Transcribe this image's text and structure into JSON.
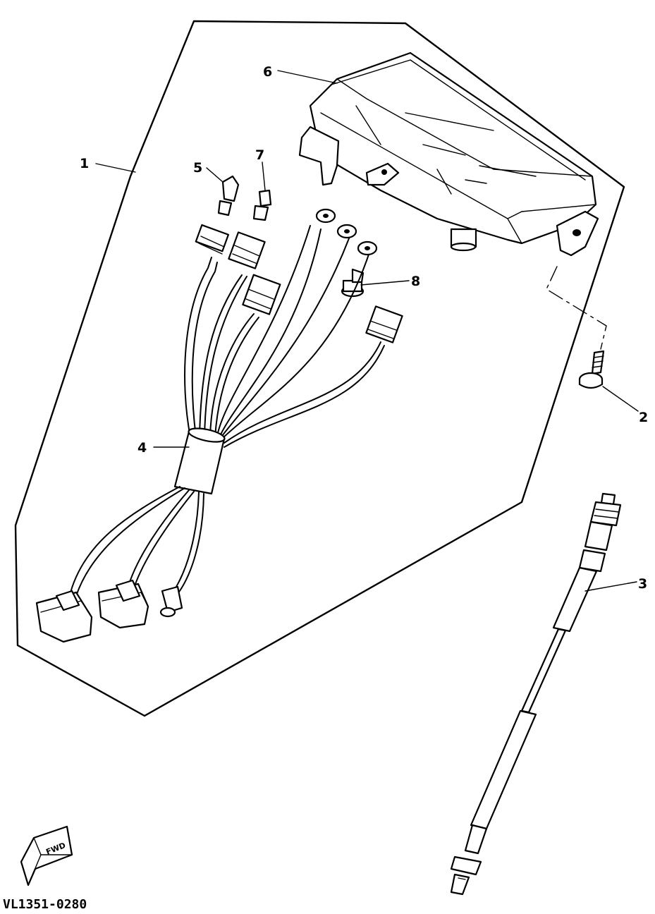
{
  "callouts": {
    "c1": "1",
    "c2": "2",
    "c3": "3",
    "c4": "4",
    "c5": "5",
    "c6": "6",
    "c7": "7",
    "c8": "8"
  },
  "direction_label": "FWD",
  "drawing_code": "VL1351-0280"
}
